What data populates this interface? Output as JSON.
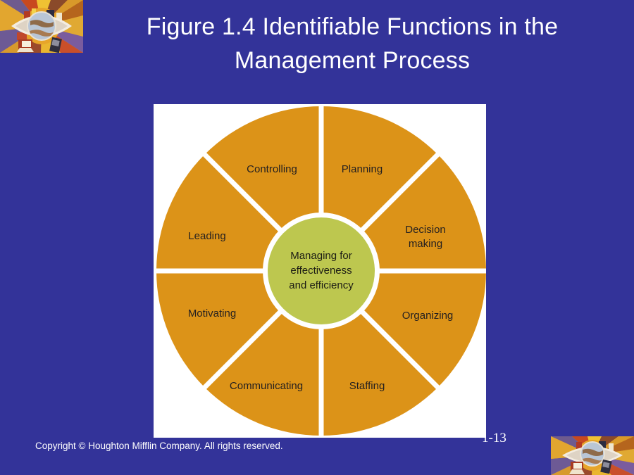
{
  "slide": {
    "title_line1": "Figure 1.4  Identifiable Functions in the",
    "title_line2": "Management Process",
    "background_color": "#333399"
  },
  "figure": {
    "wheel_color": "#DC9318",
    "hub_color": "#BDC74F",
    "divider_color": "#FFFFFF",
    "panel_color": "#FFFFFF",
    "center_text_lines": [
      "Managing for",
      "effectiveness",
      "and efficiency"
    ],
    "segments": [
      {
        "label": "Planning",
        "position": "top-right"
      },
      {
        "label": "Decision",
        "label2": "making",
        "position": "right-upper"
      },
      {
        "label": "Organizing",
        "position": "right-lower"
      },
      {
        "label": "Staffing",
        "position": "bottom-right"
      },
      {
        "label": "Communicating",
        "position": "bottom-left"
      },
      {
        "label": "Motivating",
        "position": "left-lower"
      },
      {
        "label": "Leading",
        "position": "left-upper"
      },
      {
        "label": "Controlling",
        "position": "top-left"
      }
    ]
  },
  "footer": {
    "copyright": "Copyright ©  Houghton Mifflin Company.  All rights reserved.",
    "page_number": "1-13"
  },
  "logo": {
    "name": "abstract-collage-eye-globe-logo"
  }
}
